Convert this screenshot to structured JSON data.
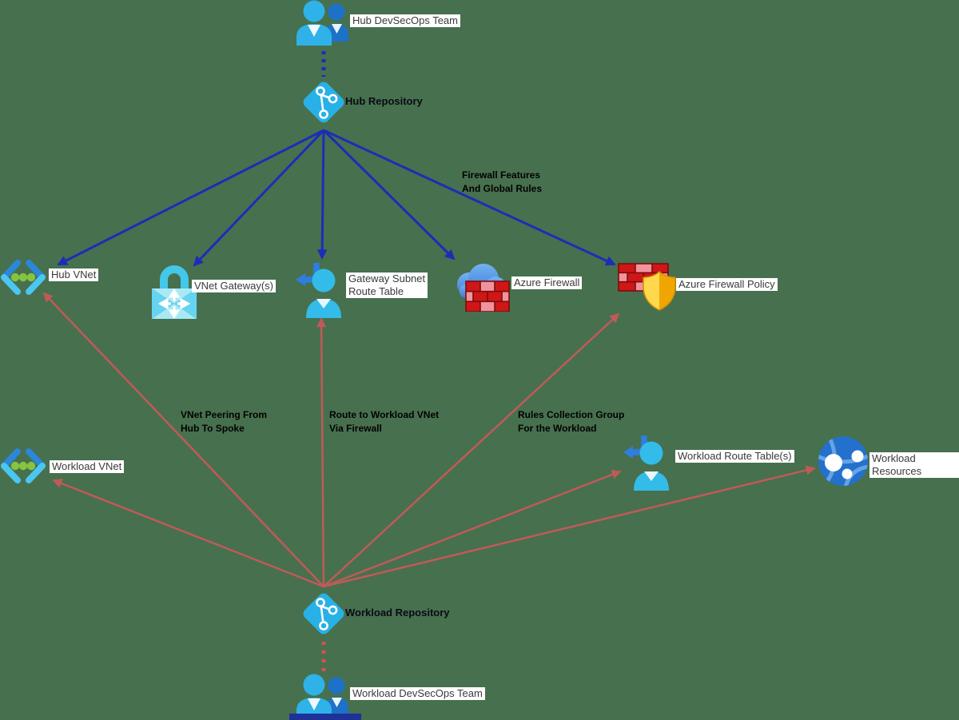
{
  "diagram": {
    "background_color": "#47704e",
    "colors": {
      "hub_pipeline_arrow": "#1b2db8",
      "workload_pipeline_arrow": "#c05a58",
      "hub_team_dotted_link": "#1b2db8",
      "workload_team_dotted_link": "#d94f4e"
    },
    "nodes": {
      "hub_devsecops_team": {
        "label": "Hub DevSecOps Team"
      },
      "hub_repository": {
        "label": "Hub Repository"
      },
      "hub_vnet": {
        "label": "Hub VNet"
      },
      "vnet_gateways": {
        "label": "VNet Gateway(s)"
      },
      "gateway_subnet_route_table": {
        "label": "Gateway Subnet\nRoute Table"
      },
      "azure_firewall": {
        "label": "Azure Firewall"
      },
      "azure_firewall_policy": {
        "label": "Azure Firewall Policy"
      },
      "workload_vnet": {
        "label": "Workload VNet"
      },
      "workload_route_tables": {
        "label": "Workload Route Table(s)"
      },
      "workload_resources": {
        "label": "Workload Resources"
      },
      "workload_repository": {
        "label": "Workload Repository"
      },
      "workload_devsecops_team": {
        "label": "Workload DevSecOps Team"
      }
    },
    "edge_labels": {
      "firewall_features": "Firewall Features\nAnd Global Rules",
      "vnet_peering": "VNet Peering From\nHub To Spoke",
      "route_to_workload_vnet": "Route to Workload VNet\nVia Firewall",
      "rules_collection_group": "Rules Collection Group\nFor the Workload"
    }
  }
}
